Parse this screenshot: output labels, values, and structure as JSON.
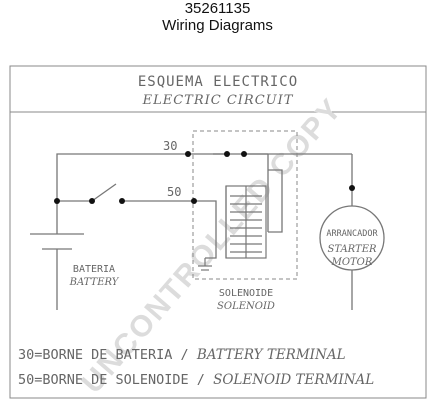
{
  "header": {
    "part_number": "35261135",
    "title": "Wiring Diagrams"
  },
  "diagram": {
    "title_es": "ESQUEMA ELECTRICO",
    "title_en": "ELECTRIC CIRCUIT",
    "terminal_30": "30",
    "terminal_50": "50",
    "battery_label_es": "BATERIA",
    "battery_label_en": "BATTERY",
    "solenoid_label_es": "SOLENOIDE",
    "solenoid_label_en": "SOLENOID",
    "motor_label_es": "ARRANCADOR",
    "motor_label_en_1": "STARTER",
    "motor_label_en_2": "MOTOR",
    "legend_30_es": "30=BORNE DE BATERIA /",
    "legend_30_en": "BATTERY TERMINAL",
    "legend_50_es": "50=BORNE DE SOLENOIDE /",
    "legend_50_en": "SOLENOID TERMINAL"
  },
  "watermark": {
    "text": "UNCONTROLLED COPY",
    "color": "#dcdcdc"
  },
  "colors": {
    "line": "#777777",
    "dot": "#111111"
  }
}
